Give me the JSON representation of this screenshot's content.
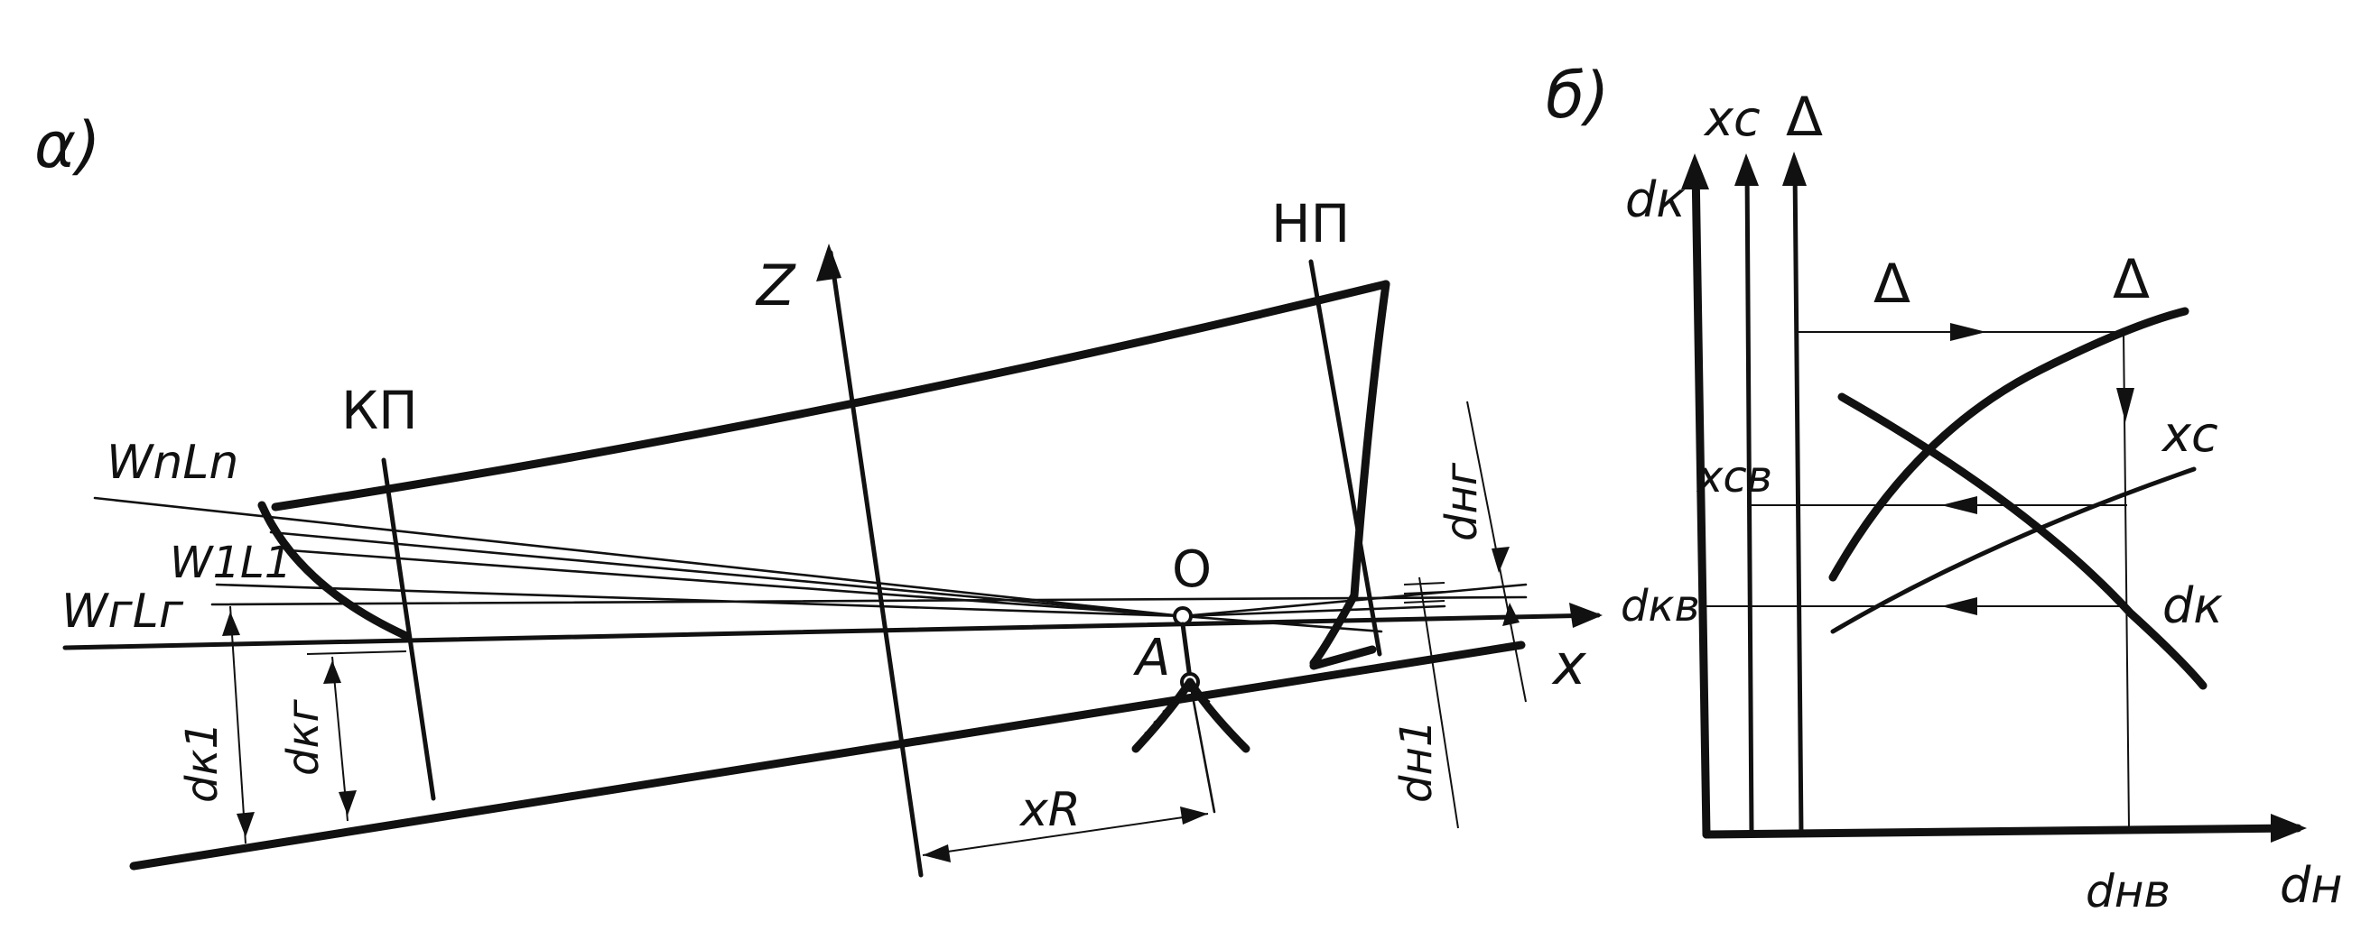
{
  "panel_a": {
    "label": "α)",
    "axis_z": "Z",
    "axis_x": "x",
    "forward_perpendicular": "НП",
    "aft_perpendicular": "КП",
    "waterline_n": "WnLn",
    "waterline_1": "W1L1",
    "waterline_g": "WгLг",
    "point_o": "O",
    "point_a": "A",
    "dim_k1": "dк1",
    "dim_kg": "dкг",
    "dim_ng": "dнг",
    "dim_n1": "dн1",
    "dim_xr": "xR"
  },
  "panel_b": {
    "label": "б)",
    "axis_dk": "dк",
    "axis_xc": "xc",
    "axis_delta": "Δ",
    "axis_dn": "dн",
    "curve_delta": "Δ",
    "curve_xc": "xc",
    "curve_dk": "dк",
    "read_delta": "Δ",
    "read_xcb": "xcв",
    "read_dkb": "dкв",
    "read_dnb": "dнв"
  },
  "colors": {
    "ink": "#111111",
    "paper": "#ffffff"
  }
}
